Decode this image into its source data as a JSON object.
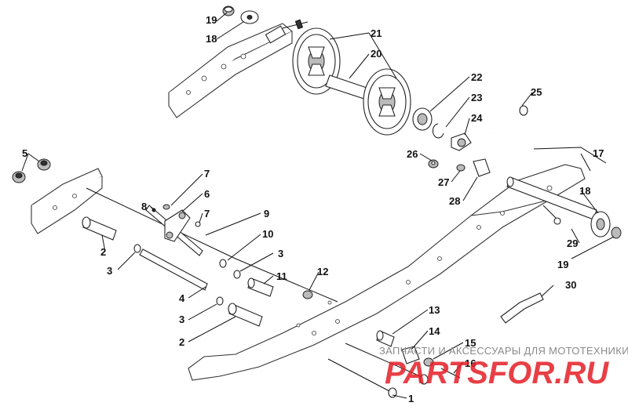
{
  "callouts": [
    {
      "id": "c1",
      "label": "1"
    },
    {
      "id": "c2a",
      "label": "2"
    },
    {
      "id": "c2b",
      "label": "2"
    },
    {
      "id": "c3a",
      "label": "3"
    },
    {
      "id": "c3b",
      "label": "3"
    },
    {
      "id": "c3c",
      "label": "3"
    },
    {
      "id": "c4",
      "label": "4"
    },
    {
      "id": "c5",
      "label": "5"
    },
    {
      "id": "c6",
      "label": "6"
    },
    {
      "id": "c7a",
      "label": "7"
    },
    {
      "id": "c7b",
      "label": "7"
    },
    {
      "id": "c8",
      "label": "8"
    },
    {
      "id": "c9",
      "label": "9"
    },
    {
      "id": "c10",
      "label": "10"
    },
    {
      "id": "c11",
      "label": "11"
    },
    {
      "id": "c12",
      "label": "12"
    },
    {
      "id": "c13",
      "label": "13"
    },
    {
      "id": "c14",
      "label": "14"
    },
    {
      "id": "c15",
      "label": "15"
    },
    {
      "id": "c16",
      "label": "16"
    },
    {
      "id": "c17",
      "label": "17"
    },
    {
      "id": "c18a",
      "label": "18"
    },
    {
      "id": "c18b",
      "label": "18"
    },
    {
      "id": "c19a",
      "label": "19"
    },
    {
      "id": "c19b",
      "label": "19"
    },
    {
      "id": "c20",
      "label": "20"
    },
    {
      "id": "c21",
      "label": "21"
    },
    {
      "id": "c22",
      "label": "22"
    },
    {
      "id": "c23",
      "label": "23"
    },
    {
      "id": "c24",
      "label": "24"
    },
    {
      "id": "c25",
      "label": "25"
    },
    {
      "id": "c26",
      "label": "26"
    },
    {
      "id": "c27",
      "label": "27"
    },
    {
      "id": "c28",
      "label": "28"
    },
    {
      "id": "c29",
      "label": "29"
    },
    {
      "id": "c30",
      "label": "30"
    }
  ],
  "watermark": {
    "tagline": "ЗАПЧАСТИ И АКСЕССУАРЫ ДЛЯ МОТОТЕХНИКИ",
    "logo": "PARTSFOR.RU",
    "logo_color": "#e41e26"
  }
}
